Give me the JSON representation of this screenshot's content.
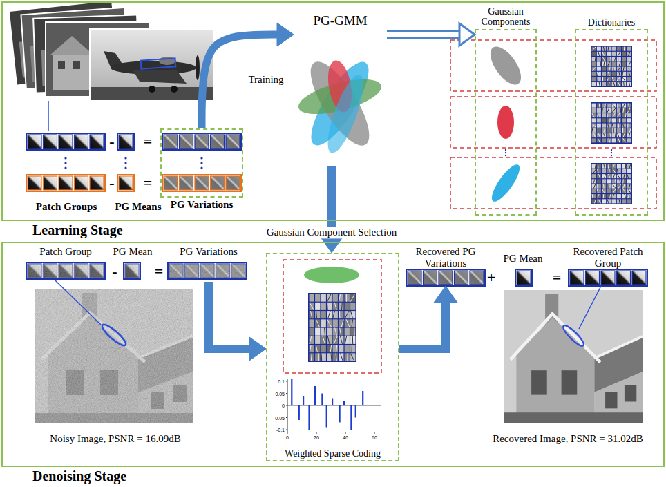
{
  "diagram": {
    "nodes": [
      {
        "text": [
          "Learning Stage"
        ]
      },
      {
        "text": [
          "Patch Groups"
        ],
        "in": 0
      },
      {
        "text": [
          "PG Means"
        ],
        "in": 0
      },
      {
        "text": [
          "PG Variations"
        ],
        "in": 0
      },
      {
        "text": [
          "PG-GMM"
        ],
        "in": 0
      },
      {
        "text": [
          "Gaussian Components"
        ],
        "in": 0
      },
      {
        "text": [
          "Dictionaries"
        ],
        "in": 0
      },
      {
        "text": [
          "Denoising Stage"
        ]
      },
      {
        "text": [
          "Patch Group"
        ],
        "in": 7
      },
      {
        "text": [
          "PG Mean"
        ],
        "in": 7
      },
      {
        "text": [
          "PG Variations"
        ],
        "in": 7
      },
      {
        "text": [
          "Weighted Sparse Coding"
        ],
        "in": 7
      },
      {
        "text": [
          "Recovered PG Variations"
        ],
        "in": 7
      },
      {
        "text": [
          "PG Mean"
        ],
        "in": 7
      },
      {
        "text": [
          "Recovered Patch Group"
        ],
        "in": 7
      },
      {
        "text": [
          "Noisy Image, PSNR = 16.09dB"
        ],
        "in": 7
      },
      {
        "text": [
          "Recovered Image, PSNR = 31.02dB"
        ],
        "in": 7
      }
    ],
    "edges": [
      {
        "from": 3,
        "to": 4,
        "label": "Training",
        "arrow": "to"
      },
      {
        "from": 4,
        "to": 5,
        "arrow": "to"
      },
      {
        "from": 4,
        "to": 11,
        "label": "Gaussian Component Selection",
        "arrow": "to"
      },
      {
        "from": 10,
        "to": 11,
        "arrow": "to"
      },
      {
        "from": 11,
        "to": 12,
        "arrow": "to"
      }
    ],
    "labels": [
      "-",
      "=",
      "-",
      "=",
      "-",
      "=",
      "+",
      "=",
      "0.1",
      "0.05",
      "0",
      "-0.05",
      "-0.1",
      "0",
      "20",
      "40",
      "60"
    ]
  }
}
